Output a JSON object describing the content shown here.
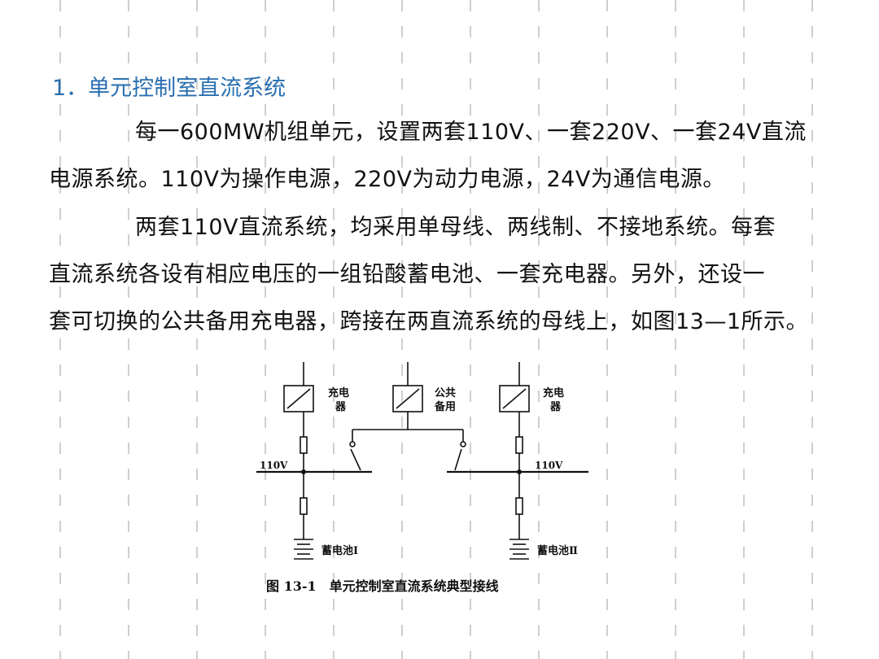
{
  "heading": "1．单元控制室直流系统",
  "paragraph1": {
    "line1": "每一600MW机组单元，设置两套110V、一套220V、一套24V直流",
    "line2": "电源系统。110V为操作电源，220V为动力电源，24V为通信电源。"
  },
  "paragraph2": {
    "line1": "两套110V直流系统，均采用单母线、两线制、不接地系统。每套",
    "line2": "直流系统各设有相应电压的一组铅酸蓄电池、一套充电器。另外，还设一",
    "line3": "套可切换的公共备用充电器，跨接在两直流系统的母线上，如图13—1所示。"
  },
  "figure": {
    "left_charger_label": [
      "充电",
      "器"
    ],
    "spare_charger_label": [
      "公共",
      "备用"
    ],
    "right_charger_label": [
      "充电",
      "器"
    ],
    "left_bus_label": "110V",
    "right_bus_label": "110V",
    "left_battery_label": "蓄电池Ⅰ",
    "right_battery_label": "蓄电池Ⅱ",
    "caption": "图 13-1　单元控制室直流系统典型接线"
  },
  "colors": {
    "heading": "#2a6fb0",
    "grid_dash": "#c8c8c8",
    "text": "#111111"
  }
}
